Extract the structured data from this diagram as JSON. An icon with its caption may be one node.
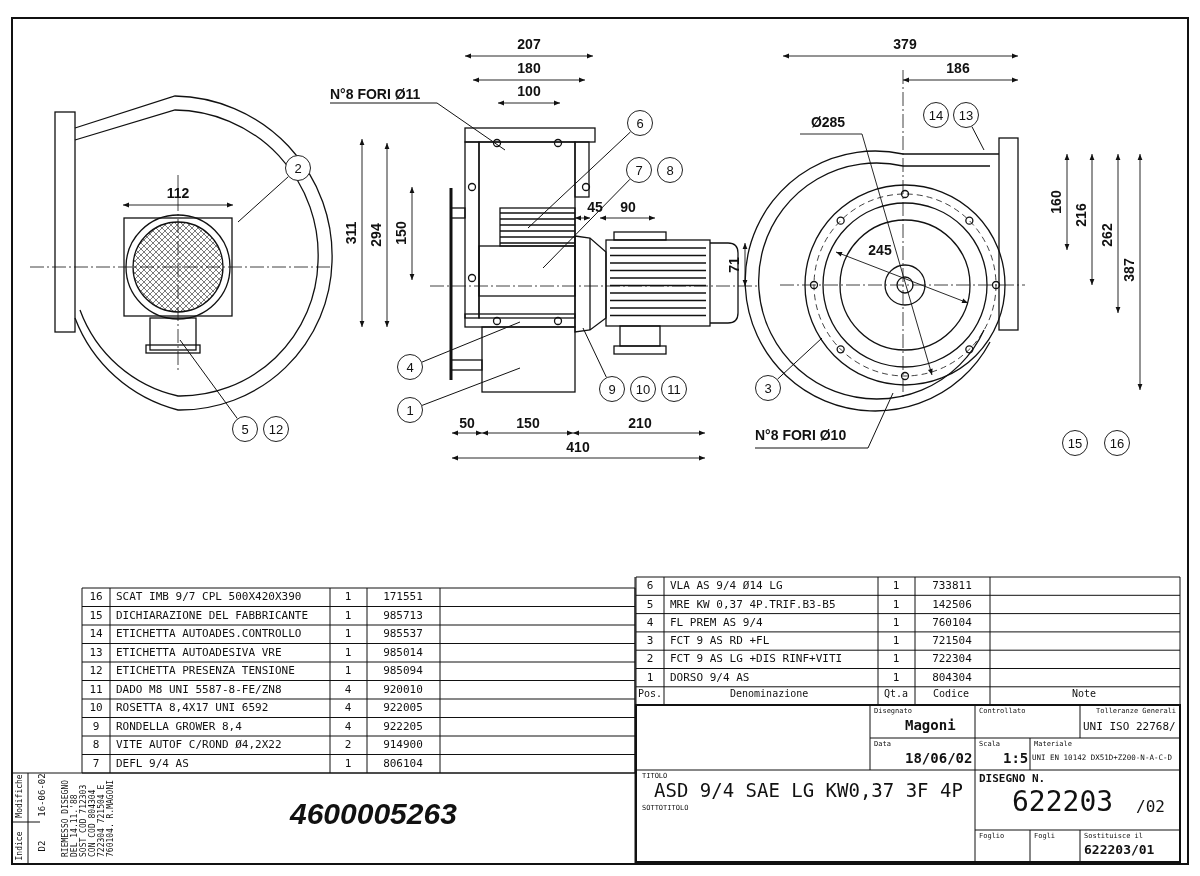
{
  "diagram": {
    "nodes": [
      {
        "text": [
          "N°8 FORI Ø11"
        ]
      },
      {
        "text": [
          "14"
        ]
      },
      {
        "text": [
          "13"
        ]
      },
      {
        "text": [
          "6"
        ]
      },
      {
        "text": [
          "2"
        ]
      },
      {
        "text": [
          "7"
        ]
      },
      {
        "text": [
          "8"
        ]
      },
      {
        "text": [
          "4"
        ]
      },
      {
        "text": [
          "9"
        ]
      },
      {
        "text": [
          "10"
        ]
      },
      {
        "text": [
          "11"
        ]
      },
      {
        "text": [
          "3"
        ]
      },
      {
        "text": [
          "1"
        ]
      },
      {
        "text": [
          "5"
        ]
      },
      {
        "text": [
          "12"
        ]
      },
      {
        "text": [
          "N°8 FORI Ø10"
        ]
      },
      {
        "text": [
          "15"
        ]
      },
      {
        "text": [
          "16"
        ]
      }
    ],
    "edges": [
      {
        "from": 0,
        "to": null,
        "arrow": "none"
      },
      {
        "from": 2,
        "to": null,
        "arrow": "none"
      },
      {
        "from": 3,
        "to": null,
        "arrow": "none"
      },
      {
        "from": 4,
        "to": null,
        "arrow": "none"
      },
      {
        "from": 5,
        "to": null,
        "arrow": "none"
      },
      {
        "from": 7,
        "to": null,
        "arrow": "none"
      },
      {
        "from": 8,
        "to": null,
        "arrow": "none"
      },
      {
        "from": 11,
        "to": null,
        "arrow": "none"
      },
      {
        "from": 12,
        "to": null,
        "arrow": "none"
      },
      {
        "from": 13,
        "to": null,
        "arrow": "none"
      },
      {
        "from": 15,
        "to": null,
        "arrow": "none"
      }
    ],
    "labels": [
      "112",
      "207",
      "180",
      "100",
      "311",
      "294",
      "150",
      "45",
      "90",
      "71",
      "50",
      "150",
      "210",
      "410",
      "379",
      "186",
      "Ø285",
      "245",
      "160",
      "216",
      "262",
      "387",
      "16",
      "SCAT IMB 9/7 CPL 500X420X390",
      "1",
      "171551",
      "15",
      "DICHIARAZIONE DEL FABBRICANTE",
      "1",
      "985713",
      "14",
      "ETICHETTA AUTOADES.CONTROLLO",
      "1",
      "985537",
      "13",
      "ETICHETTA AUTOADESIVA VRE",
      "1",
      "985014",
      "12",
      "ETICHETTA PRESENZA TENSIONE",
      "1",
      "985094",
      "11",
      "DADO M8 UNI 5587-8-FE/ZN8",
      "4",
      "920010",
      "10",
      "ROSETTA 8,4X17 UNI 6592",
      "4",
      "922005",
      "9",
      "RONDELLA GROWER 8,4",
      "4",
      "922205",
      "8",
      "VITE AUTOF C/ROND Ø4,2X22",
      "2",
      "914900",
      "7",
      "DEFL 9/4 AS",
      "1",
      "806104",
      "6",
      "VLA AS 9/4 Ø14 LG",
      "1",
      "733811",
      "5",
      "MRE KW 0,37 4P.TRIF.B3-B5",
      "1",
      "142506",
      "4",
      "FL PREM AS 9/4",
      "1",
      "760104",
      "3",
      "FCT 9 AS RD +FL",
      "1",
      "721504",
      "2",
      "FCT 9 AS LG +DIS RINF+VITI",
      "1",
      "722304",
      "1",
      "DORSO 9/4 AS",
      "1",
      "804304",
      "Pos.",
      "Denominazione",
      "Qt.a",
      "Codice",
      "Note",
      "Disegnato",
      "Magoni",
      "Controllato",
      "Tolleranze Generali",
      "UNI ISO 22768/",
      "Data",
      "18/06/02",
      "Scala",
      "1:5",
      "Materiale",
      "UNI EN 10142 DX51D+Z200-N-A-C-D",
      "TITOLO",
      "ASD 9/4 SAE LG KW0,37 3F 4P",
      "SOTTOTITOLO",
      "DISEGNO N.",
      "622203",
      "/02",
      "Foglio",
      "Fogli",
      "Sostituisce il",
      "622203/01",
      "Modifiche",
      "Indice",
      "D2",
      "16-06-02",
      "RIEMESSO DISEGNO DEL 14.11.'88 SOST COD 712303 CON COD 804304 722304 721504 E 760104. R.MAGONI",
      "4600005263"
    ]
  }
}
